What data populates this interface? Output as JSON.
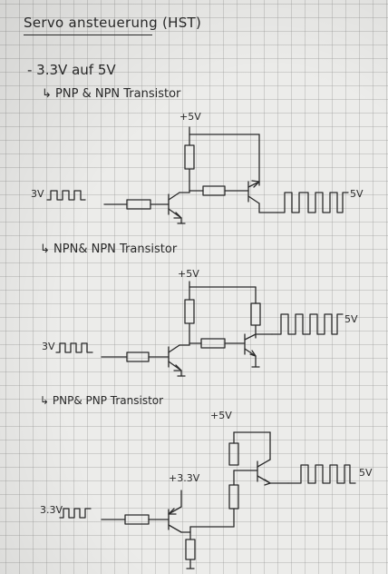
{
  "title": "Servo ansteuerung (HST)",
  "bullet": "- 3.3V auf 5V",
  "arrow": "↳",
  "sections": [
    {
      "heading": "PNP & NPN Transistor",
      "supply": "+5V",
      "input": "3V",
      "output": "5V"
    },
    {
      "heading": "NPN& NPN Transistor",
      "supply": "+5V",
      "input": "3V",
      "output": "5V"
    },
    {
      "heading": "PNP& PNP Transistor",
      "supply_top": "+5V",
      "supply_mid": "+3.3V",
      "input": "3.3V",
      "output": "5V"
    }
  ]
}
